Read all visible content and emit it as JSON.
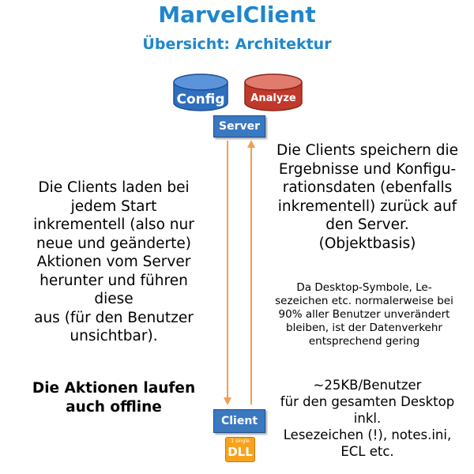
{
  "header": {
    "title": "MarvelClient",
    "subtitle": "Übersicht: Architektur"
  },
  "databases": {
    "config": {
      "label": "Config",
      "color": "#2f6fc0"
    },
    "analyze": {
      "label": "Analyze",
      "color": "#c0392b"
    }
  },
  "nodes": {
    "server": "Server",
    "client": "Client",
    "dll_small": "1 single",
    "dll_big": "DLL"
  },
  "arrow_color": "#f0a050",
  "left_text": {
    "lines": [
      "Die Clients laden bei",
      "jedem Start",
      "inkrementell (also nur",
      "neue und geänderte)",
      "Aktionen vom Server",
      "herunter und führen",
      "diese",
      "aus (für den Benutzer",
      "unsichtbar)."
    ],
    "bold_lines": [
      "Die Aktionen laufen",
      "auch offline"
    ]
  },
  "right_text": {
    "main_lines": [
      "Die Clients speichern die",
      "Ergebnisse und Konfigu-",
      "rationsdaten (ebenfalls",
      "inkrementell) zurück auf",
      "den Server.",
      "(Objektbasis)"
    ],
    "note_lines": [
      "Da Desktop-Symbole, Le-",
      "sezeichen etc. normalerweise bei",
      "90% aller Benutzer unverändert",
      "bleiben, ist der Datenverkehr",
      "entsprechend gering"
    ],
    "size_lines": [
      "~25KB/Benutzer",
      "für den gesamten Desktop",
      "inkl.",
      "Lesezeichen (!), notes.ini,",
      "ECL etc."
    ]
  }
}
